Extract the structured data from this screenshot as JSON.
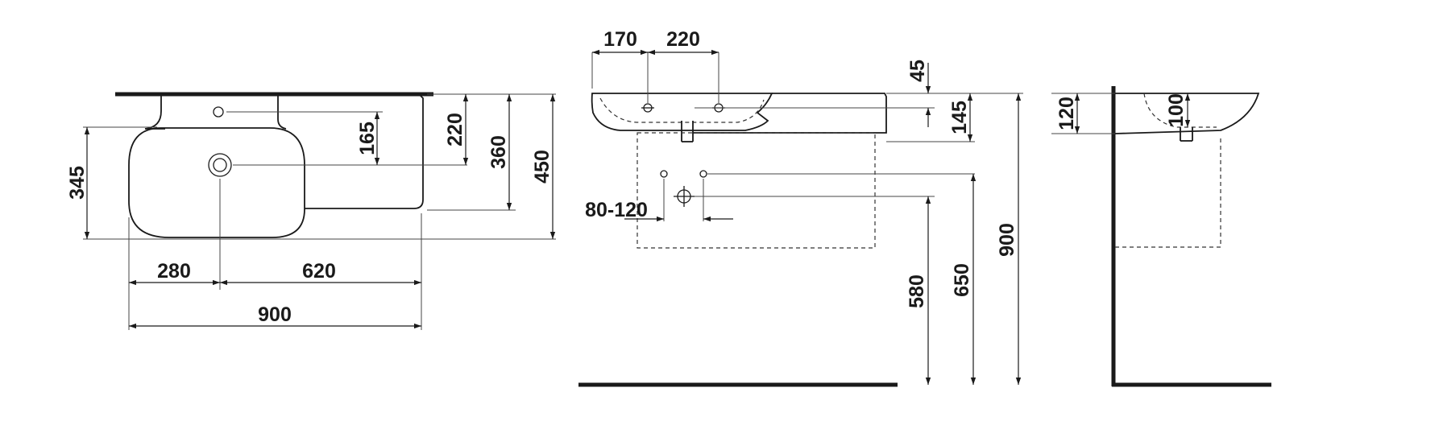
{
  "drawing": {
    "top_view": {
      "width_total": "900",
      "left_to_drain": "280",
      "drain_to_right": "620",
      "bowl_depth": "345",
      "tap_to_drain": "165",
      "back_to_drain": "220",
      "depth_at_shelf": "360",
      "depth_total": "450"
    },
    "front_view": {
      "tap_hole_offset": "170",
      "tap_hole_spacing": "220",
      "rim_thickness": "45",
      "basin_height": "145",
      "waste_range": "80-120",
      "waste_height": "580",
      "supply_height": "650",
      "rim_height": "900"
    },
    "side_view": {
      "basin_height": "120",
      "bowl_depth": "100"
    }
  }
}
